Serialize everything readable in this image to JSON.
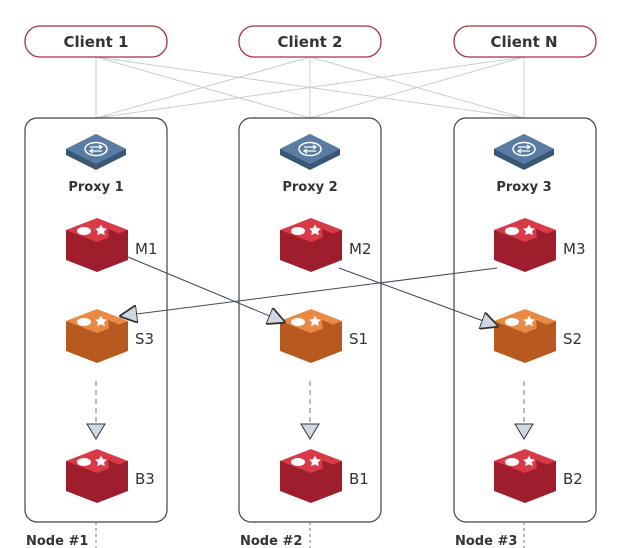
{
  "clients": [
    {
      "label": "Client 1"
    },
    {
      "label": "Client 2"
    },
    {
      "label": "Client N"
    }
  ],
  "nodes": [
    {
      "label": "Node #1",
      "proxy": "Proxy 1",
      "master": "M1",
      "replica": "S3",
      "backup": "B3"
    },
    {
      "label": "Node #2",
      "proxy": "Proxy 2",
      "master": "M2",
      "replica": "S1",
      "backup": "B1"
    },
    {
      "label": "Node #3",
      "proxy": "Proxy 3",
      "master": "M3",
      "replica": "S2",
      "backup": "B2"
    }
  ],
  "replication_links": [
    {
      "from": "M1",
      "to": "S1"
    },
    {
      "from": "M2",
      "to": "S2"
    },
    {
      "from": "M3",
      "to": "S3"
    }
  ],
  "colors": {
    "client_border": "#a8323c",
    "node_border": "#444444",
    "proxy": "#4f6f92",
    "master": "#c62d3f",
    "replica": "#de7a35",
    "mesh_lines": "#c8c8c8",
    "arrow_fill": "#cfd8e2"
  },
  "icons": {
    "proxy": "proxy-switch-icon",
    "master": "redis-stack-icon",
    "replica": "redis-stack-icon",
    "backup": "redis-stack-icon"
  }
}
